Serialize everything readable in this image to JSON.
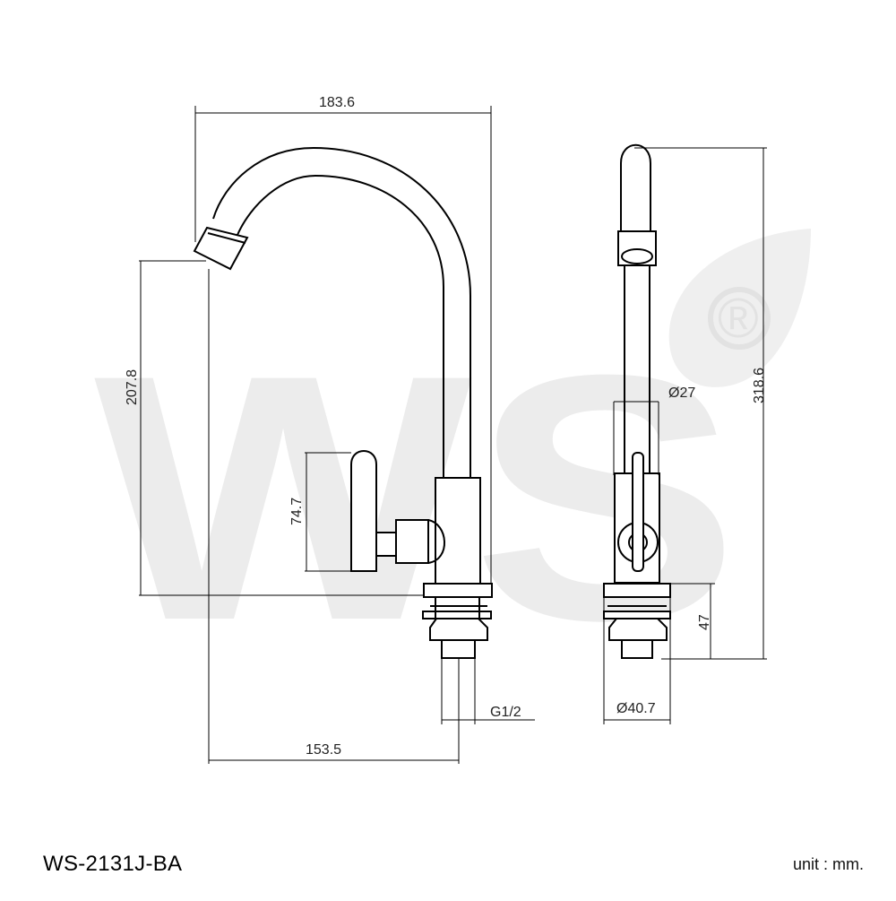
{
  "model_code": "WS-2131J-BA",
  "unit_label": "unit : mm.",
  "watermark": {
    "text": "WS",
    "registered_mark": "®",
    "color": "#ececec"
  },
  "line_color": "#000000",
  "dimensions": {
    "overall_width": "183.6",
    "spout_height": "207.8",
    "handle_height": "74.7",
    "spout_reach": "153.5",
    "thread": "G1/2",
    "spout_diameter": "Ø27",
    "overall_height": "318.6",
    "base_height": "47",
    "base_diameter": "Ø40.7"
  }
}
